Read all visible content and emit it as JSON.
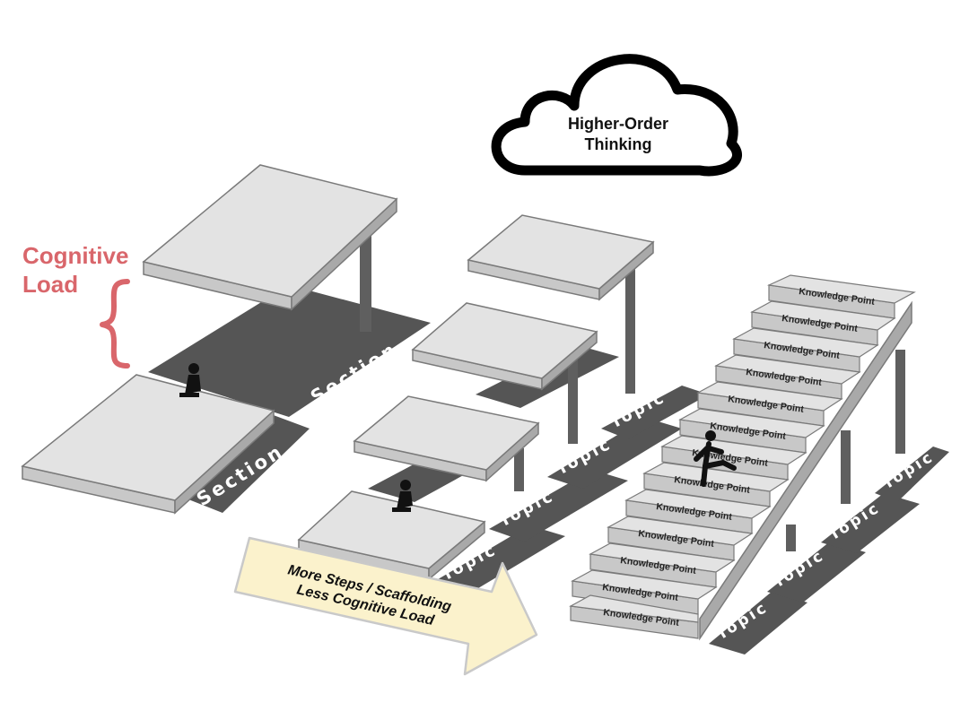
{
  "cloud": {
    "line1": "Higher-Order",
    "line2": "Thinking"
  },
  "load_label": {
    "line1": "Cognitive",
    "line2": "Load"
  },
  "arrow": {
    "line1": "More Steps / Scaffolding",
    "line2": "Less Cognitive Load"
  },
  "labels": {
    "section": "Section",
    "topic": "Topic",
    "knowledge_point": "Knowledge Point"
  },
  "colors": {
    "floor": "#555555",
    "slab_top": "#e3e3e3",
    "slab_side": "#bdbdbd",
    "pillar": "#5f5f5f",
    "accent": "#d9666b",
    "arrow_fill": "#fbf2cc"
  }
}
